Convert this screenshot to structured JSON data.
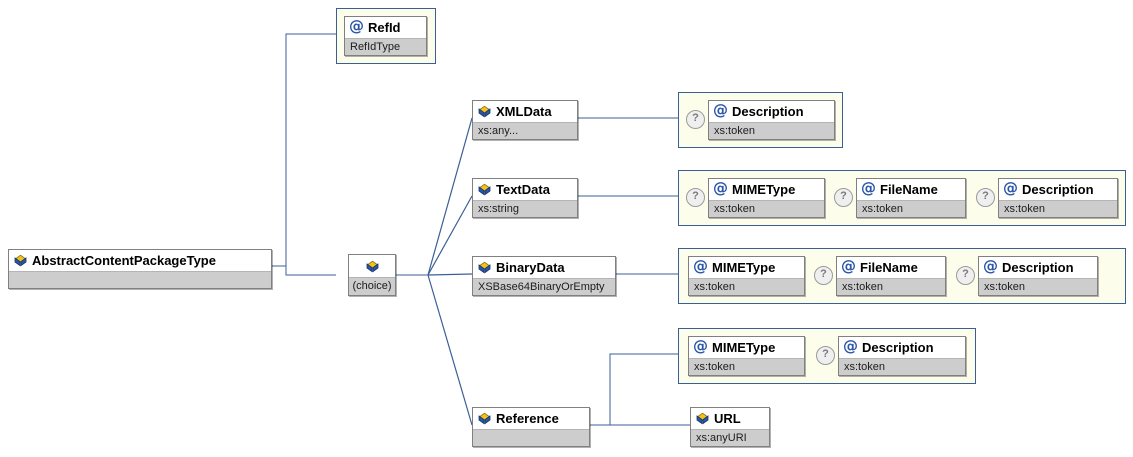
{
  "diagram": {
    "title": "AbstractContentPackageType XML Schema Diagram",
    "root": {
      "name": "AbstractContentPackageType",
      "type": "",
      "icon": "element-icon"
    },
    "choice": {
      "label": "(choice)",
      "icon": "choice-icon"
    },
    "attributes_of_root": [
      {
        "name": "RefId",
        "type": "RefIdType",
        "icon": "attribute-icon",
        "optional": false
      }
    ],
    "branches": [
      {
        "element": {
          "name": "XMLData",
          "type": "xs:any...",
          "icon": "element-icon"
        },
        "attributes": [
          {
            "name": "Description",
            "type": "xs:token",
            "icon": "attribute-icon",
            "optional": true
          }
        ]
      },
      {
        "element": {
          "name": "TextData",
          "type": "xs:string",
          "icon": "element-icon"
        },
        "attributes": [
          {
            "name": "MIMEType",
            "type": "xs:token",
            "icon": "attribute-icon",
            "optional": true
          },
          {
            "name": "FileName",
            "type": "xs:token",
            "icon": "attribute-icon",
            "optional": true
          },
          {
            "name": "Description",
            "type": "xs:token",
            "icon": "attribute-icon",
            "optional": true
          }
        ]
      },
      {
        "element": {
          "name": "BinaryData",
          "type": "XSBase64BinaryOrEmpty",
          "icon": "element-icon"
        },
        "attributes": [
          {
            "name": "MIMEType",
            "type": "xs:token",
            "icon": "attribute-icon",
            "optional": false
          },
          {
            "name": "FileName",
            "type": "xs:token",
            "icon": "attribute-icon",
            "optional": true
          },
          {
            "name": "Description",
            "type": "xs:token",
            "icon": "attribute-icon",
            "optional": true
          }
        ]
      },
      {
        "element": {
          "name": "Reference",
          "type": "",
          "icon": "element-icon"
        },
        "attributes": [
          {
            "name": "MIMEType",
            "type": "xs:token",
            "icon": "attribute-icon",
            "optional": false
          },
          {
            "name": "Description",
            "type": "xs:token",
            "icon": "attribute-icon",
            "optional": true
          }
        ],
        "children": [
          {
            "name": "URL",
            "type": "xs:anyURI",
            "icon": "element-icon"
          }
        ]
      }
    ],
    "optional_marker": "?",
    "at_symbol": "@",
    "colors": {
      "connector": "#3b5f95",
      "attr_group_fill": "#fdfdec",
      "attr_group_border": "#3b5f95",
      "node_type_row": "#cdcdcd",
      "node_border": "#808080",
      "label_text": "#000000",
      "type_text": "#1c1c1c"
    }
  }
}
